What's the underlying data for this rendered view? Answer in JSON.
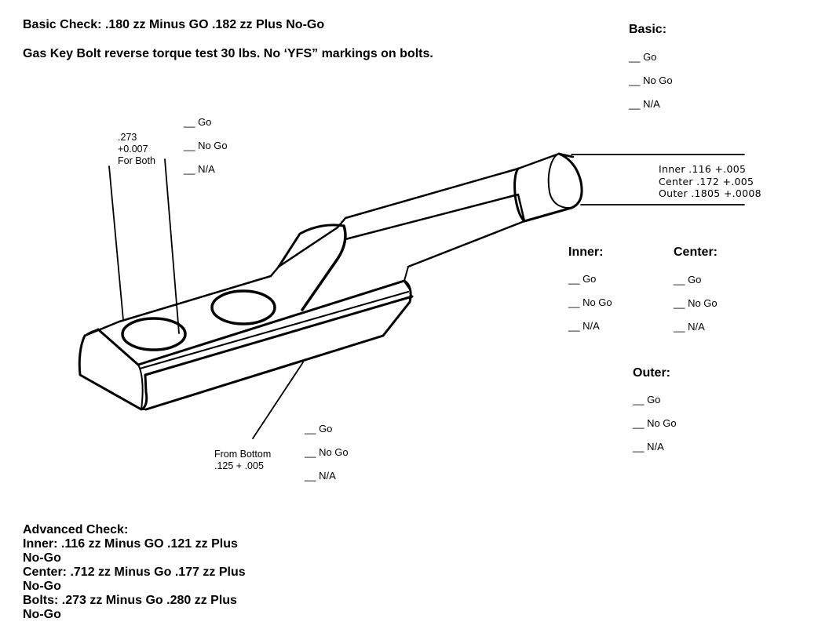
{
  "header": {
    "basic_check": "Basic Check:  .180 zz Minus GO .182 zz Plus No-Go",
    "torque_note": "Gas Key Bolt reverse torque test 30 lbs. No ‘YFS” markings on bolts."
  },
  "options": {
    "go": "__ Go",
    "nogo": "__ No Go",
    "na": "__ N/A"
  },
  "sections": {
    "basic": "Basic:",
    "inner": "Inner:",
    "center": "Center:",
    "outer": "Outer:"
  },
  "callouts": {
    "bolts": [
      ".273",
      "+0.007",
      "For Both"
    ],
    "tube": [
      "Inner .116 +.005",
      "Center .172 +.005",
      "Outer .1805 +.0008"
    ],
    "bottom": [
      "From Bottom",
      ".125 + .005"
    ]
  },
  "advanced": {
    "title": "Advanced Check:",
    "lines": [
      "Inner:  .116 zz Minus GO .121 zz Plus",
      "No-Go",
      "Center: .712 zz Minus Go .177 zz Plus",
      "No-Go",
      "Bolts: .273 zz Minus Go .280 zz Plus",
      "No-Go"
    ]
  },
  "colors": {
    "ink": "#000000",
    "paper": "#ffffff"
  }
}
